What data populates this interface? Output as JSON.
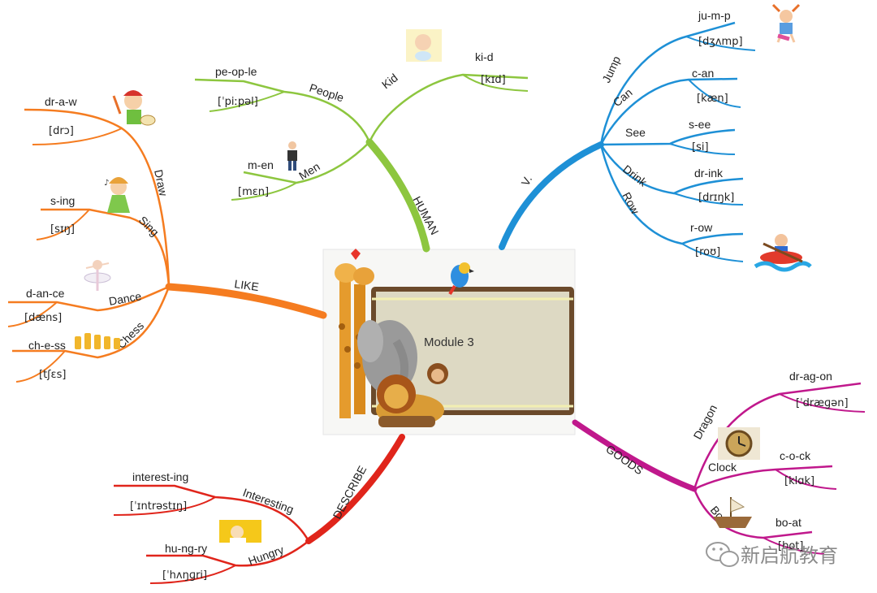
{
  "center": {
    "title": "Module 3"
  },
  "branches": {
    "human": {
      "label": "HUMAN",
      "color": "#8dc63f",
      "kid": {
        "label": "Kid",
        "word": "ki-d",
        "phonetic": "[kɪd]"
      },
      "people": {
        "label": "People",
        "word": "pe-op-le",
        "phonetic": "[ˈpiːpəl]"
      },
      "men": {
        "label": "Men",
        "word": "m-en",
        "phonetic": "[mɛn]"
      }
    },
    "verb": {
      "label": "V.",
      "color": "#1e90d6",
      "jump": {
        "label": "Jump",
        "word": "ju-m-p",
        "phonetic": "[dʒʌmp]"
      },
      "can": {
        "label": "Can",
        "word": "c-an",
        "phonetic": "[kæn]"
      },
      "see": {
        "label": "See",
        "word": "s-ee",
        "phonetic": "[si]"
      },
      "drink": {
        "label": "Drink",
        "word": "dr-ink",
        "phonetic": "[drɪŋk]"
      },
      "row": {
        "label": "Row",
        "word": "r-ow",
        "phonetic": "[roʊ]"
      }
    },
    "like": {
      "label": "LIKE",
      "color": "#f57c20",
      "draw": {
        "label": "Draw",
        "word": "dr-a-w",
        "phonetic": "[drɔ]"
      },
      "sing": {
        "label": "Sing",
        "word": "s-ing",
        "phonetic": "[sɪŋ]"
      },
      "dance": {
        "label": "Dance",
        "word": "d-an-ce",
        "phonetic": "[dæns]"
      },
      "chess": {
        "label": "Chess",
        "word": "ch-e-ss",
        "phonetic": "[tʃɛs]"
      }
    },
    "describe": {
      "label": "DESCRIBE",
      "color": "#e0251b",
      "interesting": {
        "label": "Interesting",
        "word": "interest-ing",
        "phonetic": "[ˈɪntrəstɪŋ]"
      },
      "hungry": {
        "label": "Hungry",
        "word": "hu-ng-ry",
        "phonetic": "[ˈhʌŋɡri]"
      }
    },
    "goods": {
      "label": "GOODS",
      "color": "#c0188c",
      "dragon": {
        "label": "Dragon",
        "word": "dr-ag-on",
        "phonetic": "[ˈdræɡən]"
      },
      "clock": {
        "label": "Clock",
        "word": "c-o-ck",
        "phonetic": "[klɑk]"
      },
      "boat": {
        "label": "Boat",
        "word": "bo-at",
        "phonetic": "[bot]"
      }
    }
  },
  "watermark": "新启航教育",
  "icons": [
    "wechat-icon",
    "baby-icon",
    "man-icon",
    "jumping-girl-icon",
    "rowing-boy-icon",
    "painter-boy-icon",
    "singing-girl-icon",
    "ballerina-icon",
    "chess-pieces-icon",
    "thinking-kid-icon",
    "clock-icon",
    "ship-icon",
    "parrot-icon",
    "giraffe-icon",
    "elephant-icon",
    "monkey-icon",
    "lion-icon"
  ]
}
